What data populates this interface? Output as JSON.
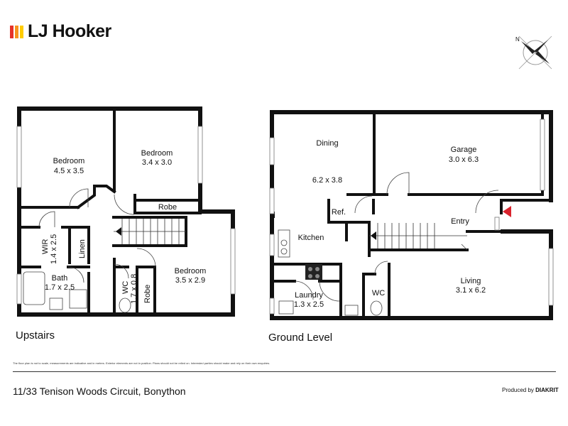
{
  "brand": {
    "name": "LJ Hooker",
    "bar_colors": [
      "#e63329",
      "#f7941d",
      "#ffcc00"
    ]
  },
  "compass": {
    "north_label": "N"
  },
  "levels": [
    {
      "label": "Upstairs"
    },
    {
      "label": "Ground Level"
    }
  ],
  "rooms": {
    "upstairs": [
      {
        "name": "Bedroom",
        "size": "4.5 x 3.5"
      },
      {
        "name": "Bedroom",
        "size": "3.4 x 3.0"
      },
      {
        "name": "Robe",
        "size": ""
      },
      {
        "name": "WIR",
        "size": "1.4 x 2.5"
      },
      {
        "name": "Linen",
        "size": ""
      },
      {
        "name": "Bath",
        "size": "1.7 x 2.5"
      },
      {
        "name": "WC",
        "size": "1.7 x 0.8"
      },
      {
        "name": "Robe",
        "size": ""
      },
      {
        "name": "Bedroom",
        "size": "3.5 x 2.9"
      }
    ],
    "ground": [
      {
        "name": "Dining",
        "size": "6.2 x 3.8"
      },
      {
        "name": "Garage",
        "size": "3.0 x 6.3"
      },
      {
        "name": "Ref.",
        "size": ""
      },
      {
        "name": "Entry",
        "size": ""
      },
      {
        "name": "Kitchen",
        "size": ""
      },
      {
        "name": "Laundry",
        "size": "1.3 x 2.5"
      },
      {
        "name": "WC",
        "size": ""
      },
      {
        "name": "Living",
        "size": "3.1 x 6.2"
      }
    ]
  },
  "disclaimer": "The floor plan is not to scale, measurements are indicative and in metres. Exterior elements are not in position. Plans should not be relied on. Interested parties should make and rely on their own enquiries.",
  "footer": {
    "address": "11/33 Tenison Woods Circuit, Bonython",
    "credit_prefix": "Produced by",
    "credit_brand": "DIAKRIT"
  },
  "colors": {
    "wall": "#111111",
    "entry_marker": "#d9232d"
  }
}
